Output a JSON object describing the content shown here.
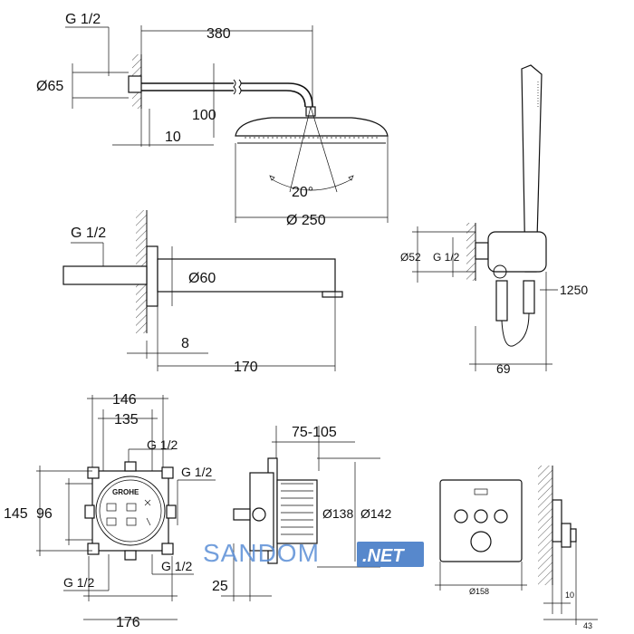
{
  "dims": {
    "g12": "G 1/2",
    "d65": "Ø65",
    "d380": "380",
    "d100": "100",
    "d10": "10",
    "a20": "20°",
    "d250": "Ø 250",
    "d60": "Ø60",
    "d8": "8",
    "d170": "170",
    "d52": "Ø52",
    "d1250": "1250",
    "d69": "69",
    "d146": "146",
    "d135": "135",
    "d145": "145",
    "d96": "96",
    "d176": "176",
    "d75105": "75-105",
    "d138": "Ø138",
    "d142": "Ø142",
    "d25": "25",
    "d158": "Ø158",
    "d10b": "10",
    "d43": "43"
  },
  "logo": "GROHE",
  "watermark": {
    "main": "SANDOM",
    "suffix": ".NET"
  }
}
